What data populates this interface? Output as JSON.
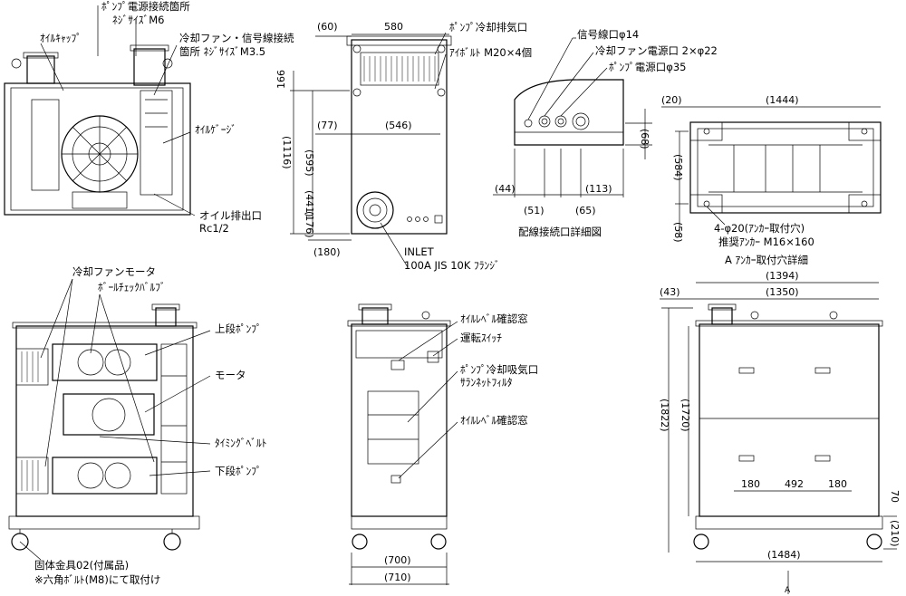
{
  "labels": {
    "pump_power_connection": "ﾎﾟﾝﾌﾟ電源接続箇所",
    "pump_power_screw": "ﾈｼﾞｻｲｽﾞM6",
    "oil_cap": "ｵｲﾙｷｬｯﾌﾟ",
    "fan_signal_connection": "冷却ファン・信号線接続",
    "fan_signal_screw": "箇所 ﾈｼﾞｻｲｽﾞM3.5",
    "oil_gauge": "ｵｲﾙｹﾞｰｼﾞ",
    "oil_drain": "オイル排出口",
    "oil_drain_size": "Rc1/2",
    "pump_cooling_exhaust": "ﾎﾟﾝﾌﾟ冷却排気口",
    "eyebolt": "ｱｲﾎﾞﾙﾄ M20×4個",
    "inlet": "INLET",
    "inlet_spec": "100A JIS 10K ﾌﾗﾝｼﾞ",
    "signal_port": "信号線口φ14",
    "fan_power_port": "冷却ファン電源口 2×φ22",
    "pump_power_port": "ﾎﾟﾝﾌﾟ電源口φ35",
    "wiring_detail": "配線接続口詳細図",
    "anchor_holes": "4-φ20(ｱﾝｶｰ取付穴)",
    "anchor_recommended": "推奨ｱﾝｶｰ M16×160",
    "anchor_detail": "A ｱﾝｶｰ取付穴詳細",
    "cooling_fan_motor": "冷却ファンモータ",
    "ball_check_valve": "ﾎﾞｰﾙﾁｪｯｸﾊﾞﾙﾌﾞ",
    "upper_pump": "上段ﾎﾟﾝﾌﾟ",
    "motor": "モータ",
    "timing_belt": "ﾀｲﾐﾝｸﾞﾍﾞﾙﾄ",
    "lower_pump": "下段ﾎﾟﾝﾌﾟ",
    "fixing_bracket": "固体金具02(付属品)",
    "fixing_bolt_note": "※六角ﾎﾞﾙﾄ(M8)にて取付け",
    "oil_level_window_1": "ｵｲﾙﾚﾍﾞﾙ確認窓",
    "run_switch": "運転ｽｲｯﾁ",
    "pump_cooling_intake": "ﾎﾟﾝﾌﾟ冷却吸気口",
    "saran_filter": "ｻﾗﾝﾈｯﾄﾌｨﾙﾀ",
    "oil_level_window_2": "ｵｲﾙﾚﾍﾞﾙ確認窓",
    "view_a": "A"
  },
  "dimensions": {
    "d60": "(60)",
    "d580": "580",
    "d166": "166",
    "d77": "(77)",
    "d546": "(546)",
    "d595": "(595)",
    "d1116": "(1116)",
    "d441": "(441)",
    "d176": "(176)",
    "d180_top": "(180)",
    "d44": "(44)",
    "d113": "(113)",
    "d51": "(51)",
    "d65": "(65)",
    "d68": "(68)",
    "d20": "(20)",
    "d1444": "(1444)",
    "d584": "(584)",
    "d58": "(58)",
    "d1394": "(1394)",
    "d43": "(43)",
    "d1350": "(1350)",
    "d1822": "(1822)",
    "d1720": "(1720)",
    "d180_a": "180",
    "d492": "492",
    "d180_b": "180",
    "d70": "70",
    "d210": "(210)",
    "d1484": "(1484)",
    "d700": "(700)",
    "d710": "(710)"
  }
}
